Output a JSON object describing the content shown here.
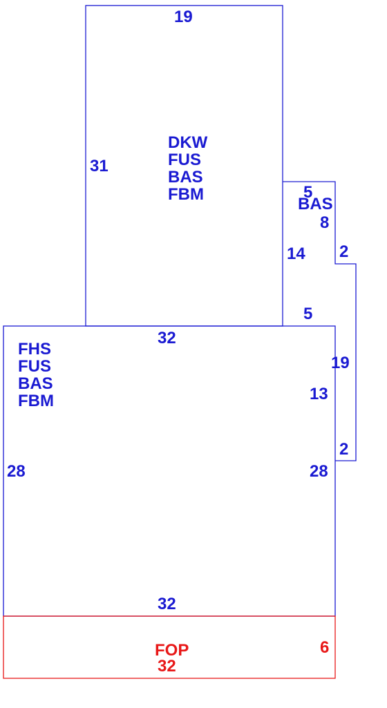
{
  "colors": {
    "structure": "#1a1ad2",
    "porch": "#e81818",
    "background": "#ffffff"
  },
  "upper_section": {
    "top_dim": "19",
    "left_dim": "31",
    "codes": [
      "DKW",
      "FUS",
      "BAS",
      "FBM"
    ]
  },
  "side_addition": {
    "code": "BAS",
    "top_dim": "5",
    "inner_dim": "8",
    "left_dim": "14",
    "step_dim": "2",
    "bottom_dim": "5",
    "outer_dim": "19",
    "lower_step_dim": "2"
  },
  "main_section": {
    "top_dim": "32",
    "left_dim": "28",
    "right_dim": "28",
    "right_inner_dim": "13",
    "bottom_dim": "32",
    "codes": [
      "FHS",
      "FUS",
      "BAS",
      "FBM"
    ]
  },
  "porch": {
    "code": "FOP",
    "bottom_dim": "32",
    "right_dim": "6"
  }
}
